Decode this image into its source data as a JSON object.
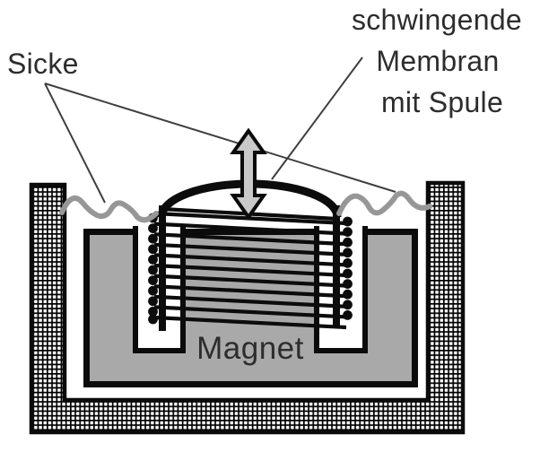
{
  "labels": {
    "surround": "Sicke",
    "membrane_line1": "schwingende",
    "membrane_line2": "Membran",
    "membrane_line3": "mit Spule",
    "magnet": "Magnet"
  },
  "colors": {
    "outline_black": "#0b0b0b",
    "pot_gray": "#a9a9a9",
    "surround_gray": "#979797",
    "arrow_gray": "#c9c9c9",
    "leader_line": "#3f3f3f",
    "magnet_text": "#3a3a3a"
  },
  "icons": {
    "vibration_arrow": "double-headed-vertical-arrow"
  }
}
